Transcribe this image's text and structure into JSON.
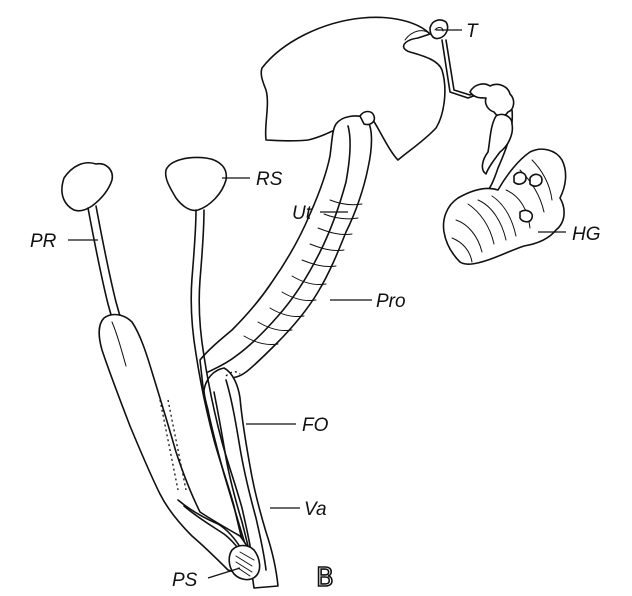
{
  "labels": {
    "T": "T",
    "RS": "RS",
    "Ut": "Ut",
    "HG": "HG",
    "PR": "PR",
    "Pro": "Pro",
    "FO": "FO",
    "Va": "Va",
    "PS": "PS"
  },
  "panel_letter": "B"
}
